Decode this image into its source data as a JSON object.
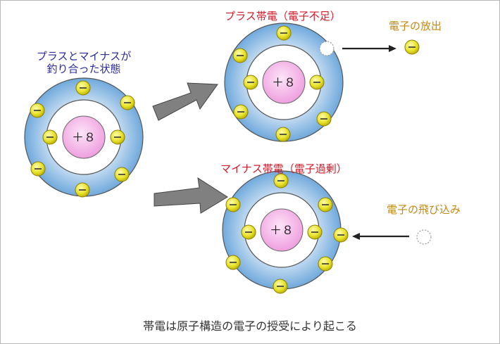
{
  "labels": {
    "balanced": [
      "プラスとマイナスが",
      "釣り合った状態"
    ],
    "plus_charged": "プラス帯電（電子不足）",
    "minus_charged": "マイナス帯電（電子過剰）",
    "electron_release": "電子の放出",
    "electron_capture": "電子の飛び込み"
  },
  "nucleus_label": "＋８",
  "electron_sign": "−",
  "caption": "帯電は原子構造の電子の授受により起こる",
  "atoms": [
    {
      "id": "balanced",
      "electrons": 8
    },
    {
      "id": "plus-charged",
      "electrons": 7,
      "missing_electrons": 1
    },
    {
      "id": "minus-charged",
      "electrons": 9,
      "extra_electrons": 1
    }
  ],
  "colors": {
    "electron_fill": "#e8e22a",
    "electron_stroke": "#8a7f00",
    "nucleus_fill": "#f4a9e8",
    "shell_blue": "#6fa9dc",
    "arrow_gray": "#7a7a7a",
    "text_blue": "#2b2b9a",
    "text_red": "#d11a2a",
    "text_gold": "#c08a12"
  }
}
